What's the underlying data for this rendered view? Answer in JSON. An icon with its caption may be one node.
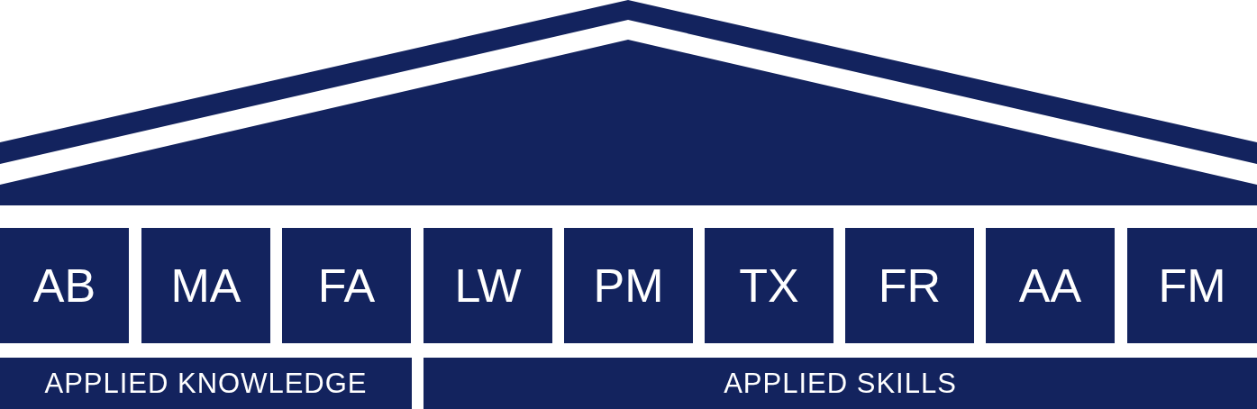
{
  "diagram": {
    "nodes": [
      {
        "text": [
          "AB"
        ]
      },
      {
        "text": [
          "MA"
        ]
      },
      {
        "text": [
          "FA"
        ]
      },
      {
        "text": [
          "LW"
        ]
      },
      {
        "text": [
          "PM"
        ]
      },
      {
        "text": [
          "TX"
        ]
      },
      {
        "text": [
          "FR"
        ]
      },
      {
        "text": [
          "AA"
        ]
      },
      {
        "text": [
          "FM"
        ]
      },
      {
        "text": [
          "APPLIED KNOWLEDGE"
        ]
      },
      {
        "text": [
          "APPLIED SKILLS"
        ]
      }
    ]
  }
}
